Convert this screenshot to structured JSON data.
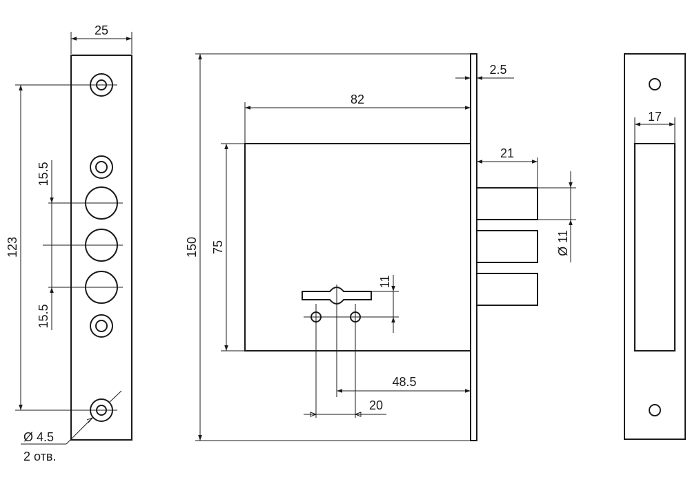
{
  "dimensions": {
    "faceplate_width": "25",
    "faceplate_mount_span": "123",
    "bolt_spacing_top": "15.5",
    "bolt_spacing_bottom": "15.5",
    "screw_hole_diameter": "Ø 4.5",
    "screw_hole_count": "2 отв.",
    "total_height": "150",
    "body_height": "75",
    "body_depth": "82",
    "faceplate_thickness": "2.5",
    "bolt_throw": "21",
    "bolt_diameter": "Ø 11",
    "keyhole_height": "11",
    "backset": "48.5",
    "spindle_spacing": "20",
    "strike_slot_width": "17"
  }
}
